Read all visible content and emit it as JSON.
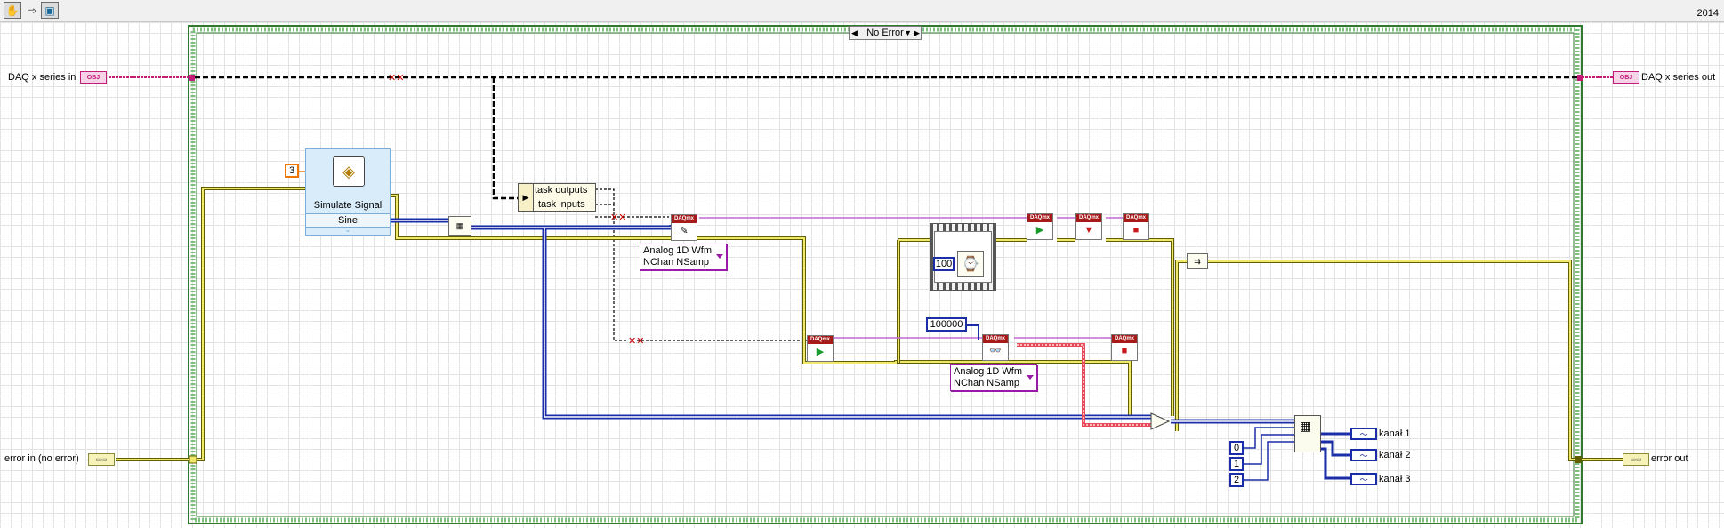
{
  "toolbar": {
    "buttons": [
      {
        "name": "operate-hand-icon",
        "glyph": "✋"
      },
      {
        "name": "run-arrow-icon",
        "glyph": "⇨"
      },
      {
        "name": "project-icon",
        "glyph": "▣"
      }
    ],
    "version": "2014"
  },
  "case_structure": {
    "selector_label": "No Error",
    "border_color": "#3d9a3d",
    "frame_color": "#2f7a2f"
  },
  "terminals": {
    "daq_in": "DAQ x series in",
    "daq_out": "DAQ x series out",
    "error_in": "error in (no error)",
    "error_out": "error out",
    "obj_tag": "OBJ"
  },
  "simulate_signal": {
    "title": "Simulate Signal",
    "waveform": "Sine",
    "channels_constant": "3"
  },
  "unbundle": {
    "task_outputs": "task outputs",
    "task_inputs": "task inputs"
  },
  "daqmx_tag": "DAQmx",
  "write_mode": {
    "line1": "Analog 1D Wfm",
    "line2": "NChan NSamp"
  },
  "read_mode": {
    "line1": "Analog 1D Wfm",
    "line2": "NChan NSamp"
  },
  "wait_constant": "100",
  "samples_constant": "100000",
  "index_constants": [
    "0",
    "1",
    "2"
  ],
  "outputs": {
    "channel_1": "kanał 1",
    "channel_2": "kanał 2",
    "channel_3": "kanał 3"
  },
  "colors": {
    "task_wire": "#000000",
    "refnum_wire": "#c21b78",
    "error_wire": "#5f5f00",
    "error_fill": "#f0e86a",
    "waveform_wire": "#1b2ea8",
    "dynamic_wire": "#2a2aa0",
    "daqmx_header": "#a71a1a",
    "channel_wire": "#c06ad0",
    "highlight_wire": "#e84a5a"
  }
}
